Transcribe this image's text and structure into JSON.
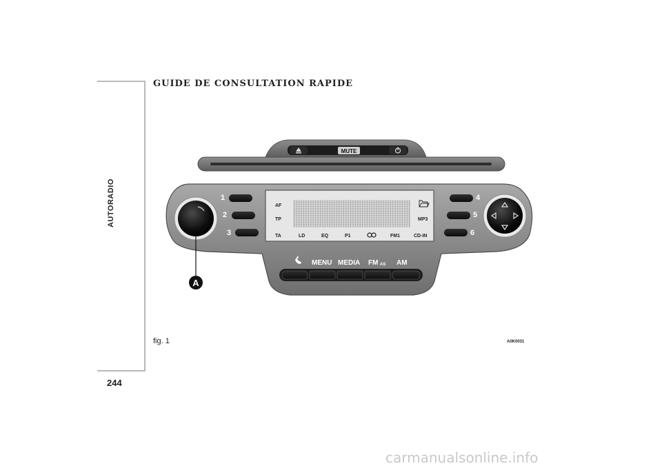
{
  "side_label": "AUTORADIO",
  "page_number": "244",
  "title": "GUIDE DE CONSULTATION RAPIDE",
  "figure": {
    "label": "fig. 1",
    "code": "A0K0031",
    "callout": "A"
  },
  "radio": {
    "top_bar": {
      "mute_label": "MUTE",
      "eject_icon": "eject-icon",
      "power_icon": "power-icon"
    },
    "preset_left": [
      "1",
      "2",
      "3"
    ],
    "preset_right": [
      "4",
      "5",
      "6"
    ],
    "display": {
      "left_labels": [
        "AF",
        "TP",
        "TA"
      ],
      "bottom_labels": [
        "LD",
        "EQ",
        "P1",
        "FM1"
      ],
      "right_labels": [
        "MP3",
        "CD-IN"
      ],
      "loop_icon": "loop-icon",
      "folder_icon": "folder-icon"
    },
    "bottom_buttons": {
      "phone_icon": "phone-icon",
      "menu": "MENU",
      "media": "MEDIA",
      "fm": "FM",
      "fm_sub": "AS",
      "am": "AM"
    }
  },
  "watermark": "carmanualsonline.info"
}
